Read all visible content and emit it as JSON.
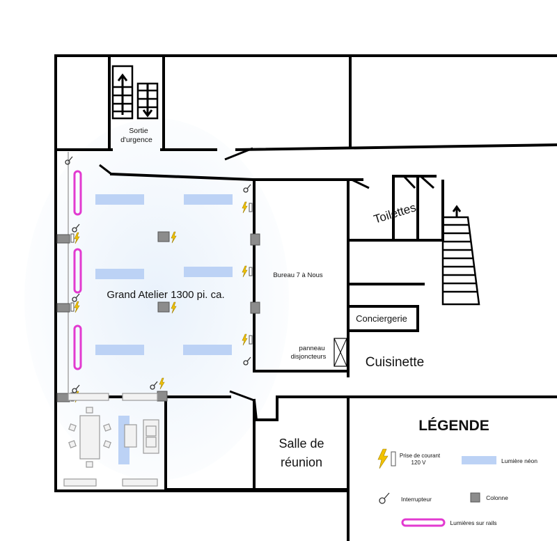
{
  "rooms": {
    "emergency_exit": [
      "Sortie",
      "d'urgence"
    ],
    "grand_atelier": "Grand Atelier 1300 pi. ca.",
    "bureau": "Bureau 7 à Nous",
    "toilettes": "Toilettes",
    "conciergerie": "Conciergerie",
    "panneau": [
      "panneau",
      "disjoncteurs"
    ],
    "cuisinette": "Cuisinette",
    "salle_reunion": [
      "Salle de",
      "réunion"
    ]
  },
  "legend": {
    "title": "LÉGENDE",
    "outlet": [
      "Prise de courant",
      "120 V"
    ],
    "neon": "Lumière néon",
    "switch": "Interrupteur",
    "column": "Colonne",
    "track": "Lumières sur rails"
  },
  "colors": {
    "neon": "#bcd2f5",
    "track_rail": "#e23ad0",
    "outlet_bolt": "#f2c200",
    "column": "#8c8c8c",
    "atelier_glow": "#e8f1fb"
  }
}
